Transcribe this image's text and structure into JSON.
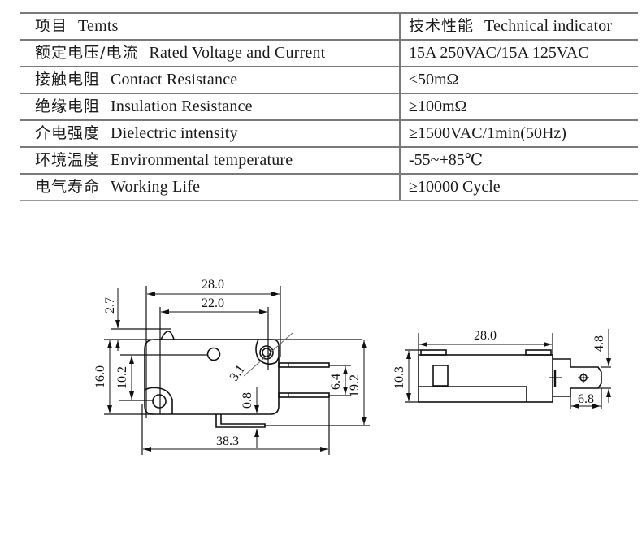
{
  "spec_table": {
    "header": {
      "item_zh": "项目",
      "item_en": "Temts",
      "value_zh": "技术性能",
      "value_en": "Technical indicator"
    },
    "rows": [
      {
        "item_zh": "额定电压/电流",
        "item_en": "Rated  Voltage and Current",
        "value": "15A  250VAC/15A  125VAC"
      },
      {
        "item_zh": "接触电阻",
        "item_en": "Contact Resistance",
        "value": "≤50mΩ"
      },
      {
        "item_zh": "绝缘电阻",
        "item_en": "Insulation  Resistance",
        "value": "≥100mΩ"
      },
      {
        "item_zh": "介电强度",
        "item_en": "Dielectric intensity",
        "value": "≥1500VAC/1min(50Hz)"
      },
      {
        "item_zh": "环境温度",
        "item_en": "Environmental temperature",
        "value": "-55~+85℃"
      },
      {
        "item_zh": "电气寿命",
        "item_en": "Working Life",
        "value": "≥10000 Cycle"
      }
    ]
  },
  "front_view": {
    "dimensions": {
      "overall_width": "28.0",
      "hole_spacing": "22.0",
      "lever_height": "2.7",
      "body_height": "16.0",
      "hole_vertical": "10.2",
      "hole_diameter": "3.1",
      "lever_gap": "0.8",
      "terminal_spacing": "6.4",
      "total_height": "19.2",
      "total_length": "38.3"
    }
  },
  "side_view": {
    "dimensions": {
      "body_length": "28.0",
      "body_thickness": "10.3",
      "terminal_width": "4.8",
      "terminal_length": "6.8"
    }
  }
}
